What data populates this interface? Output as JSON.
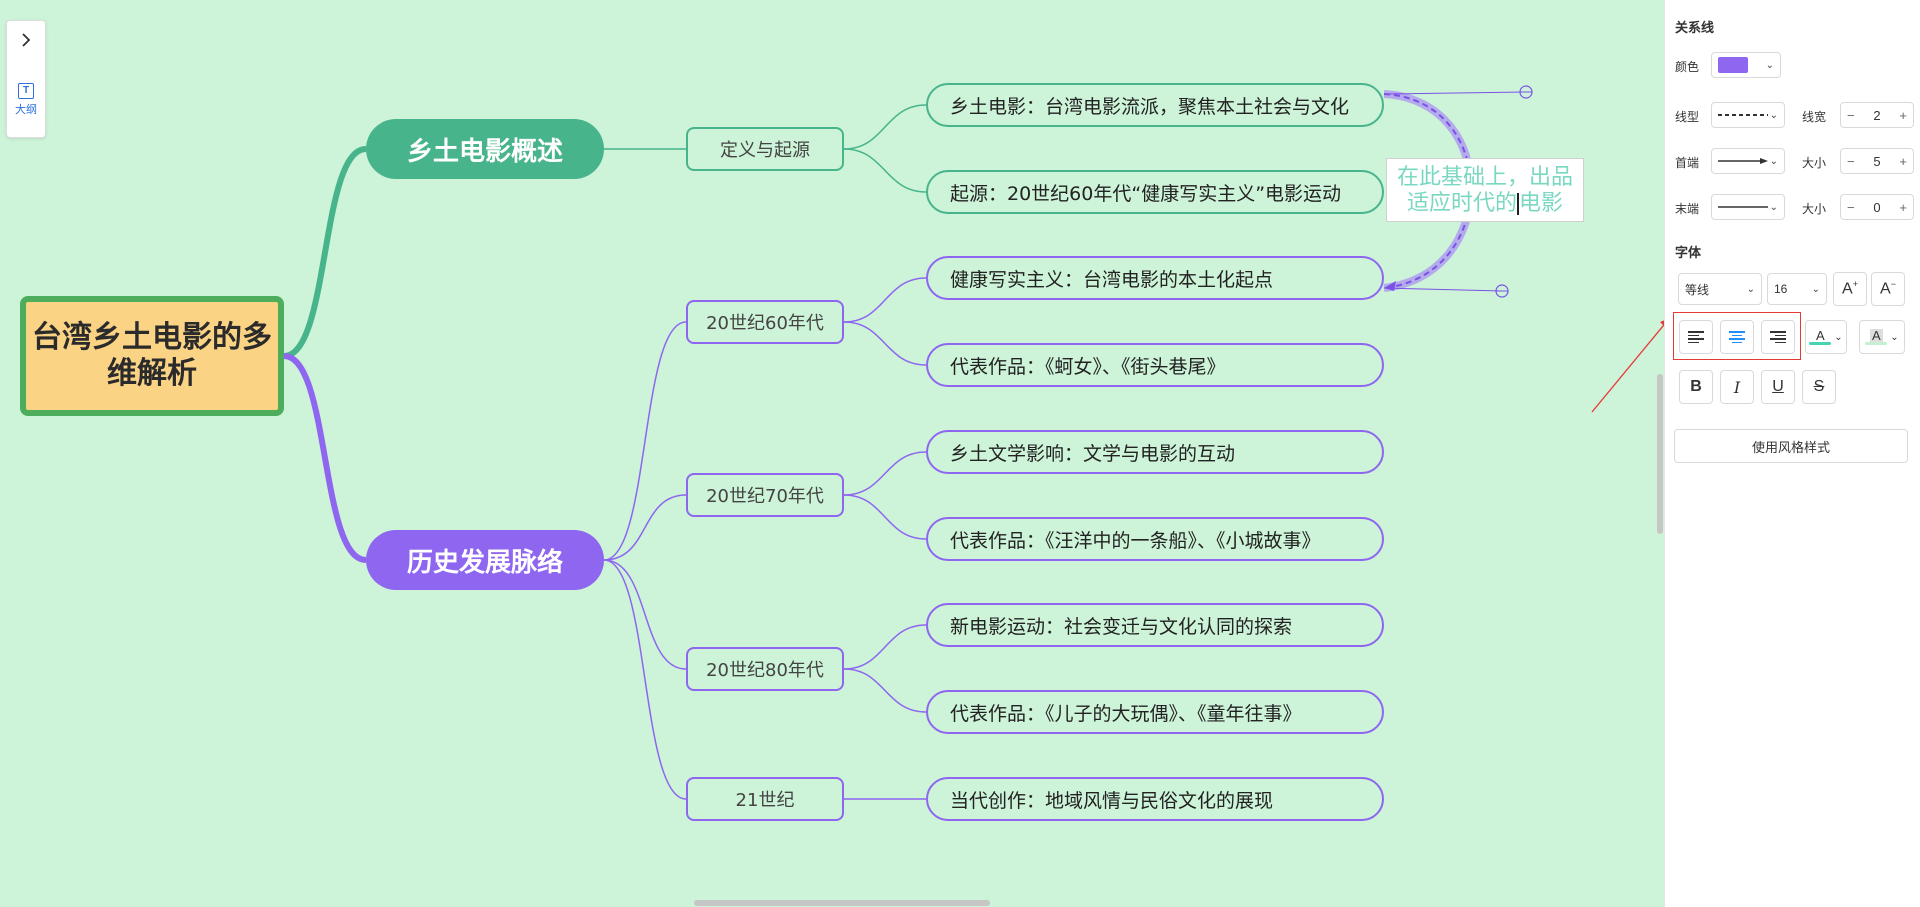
{
  "mindmap": {
    "root": "台湾乡土电影的多维解析",
    "branch_overview": {
      "title": "乡土电影概述",
      "sub": "定义与起源",
      "leaves": [
        "乡土电影：台湾电影流派，聚焦本土社会与文化",
        "起源：20世纪60年代“健康写实主义”电影运动"
      ]
    },
    "branch_history": {
      "title": "历史发展脉络",
      "subs": [
        "20世纪60年代",
        "20世纪70年代",
        "20世纪80年代",
        "21世纪"
      ],
      "leaves": [
        "健康写实主义：台湾电影的本土化起点",
        "代表作品：《蚵女》、《街头巷尾》",
        "乡土文学影响：文学与电影的互动",
        "代表作品：《汪洋中的一条船》、《小城故事》",
        "新电影运动：社会变迁与文化认同的探索",
        "代表作品：《儿子的大玩偶》、《童年往事》",
        "当代创作：地域风情与民俗文化的展现"
      ]
    },
    "relation_label_line1": "在此基础上，出品",
    "relation_label_line2a": "适应时代的",
    "relation_label_line2b": "电影"
  },
  "left_toolbar": {
    "expand_icon": "chevron-right-icon",
    "outline_label": "大纲"
  },
  "panel": {
    "relation_title": "关系线",
    "color_label": "颜色",
    "color_value": "#8e66f0",
    "line_type_label": "线型",
    "line_width_label": "线宽",
    "line_width_value": "2",
    "start_label": "首端",
    "start_size_label": "大小",
    "start_size_value": "5",
    "end_label": "末端",
    "end_size_label": "大小",
    "end_size_value": "0",
    "font_title": "字体",
    "font_family": "等线",
    "font_size": "16",
    "style_button": "使用风格样式"
  },
  "colors": {
    "canvas": "#cdf3d8",
    "green": "#47b48c",
    "purple": "#8e66f0",
    "root_fill": "#fbd385",
    "root_border": "#4cae5c"
  }
}
